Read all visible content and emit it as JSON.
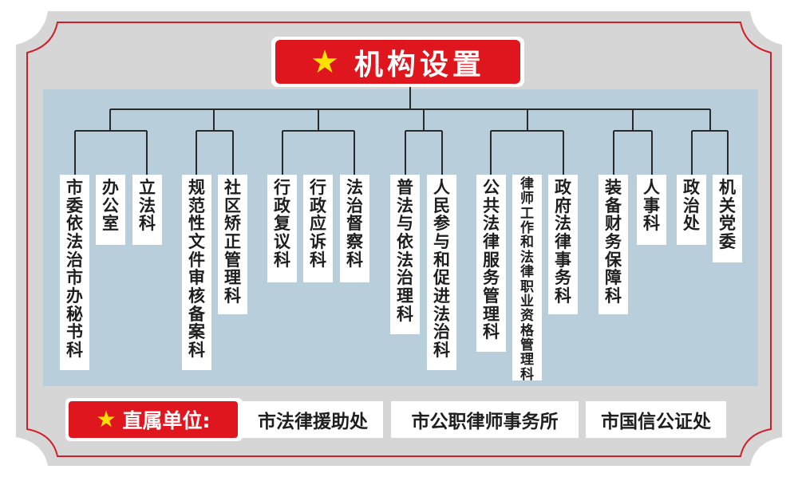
{
  "title": "机构设置",
  "star_icon": "star-icon",
  "colors": {
    "accent_red": "#e0161e",
    "star_yellow": "#ffe100",
    "panel_blue": "#b8cfdb",
    "frame_gray": "#d6d6d6"
  },
  "groups": [
    {
      "units": [
        "市委依法治市办秘书科",
        "办公室",
        "立法科"
      ]
    },
    {
      "units": [
        "规范性文件审核备案科",
        "社区矫正管理科"
      ]
    },
    {
      "units": [
        "行政复议科",
        "行政应诉科",
        "法治督察科"
      ]
    },
    {
      "units": [
        "普法与依法治理科",
        "人民参与和促进法治科"
      ]
    },
    {
      "units": [
        "公共法律服务管理科",
        "律师工作和法律职业资格管理科",
        "政府法律事务科"
      ]
    },
    {
      "units": [
        "装备财务保障科",
        "人事科"
      ]
    },
    {
      "units": [
        "政治处",
        "机关党委"
      ]
    }
  ],
  "direct": {
    "label": "直属单位:",
    "units": [
      "市法律援助处",
      "市公职律师事务所",
      "市国信公证处"
    ]
  }
}
